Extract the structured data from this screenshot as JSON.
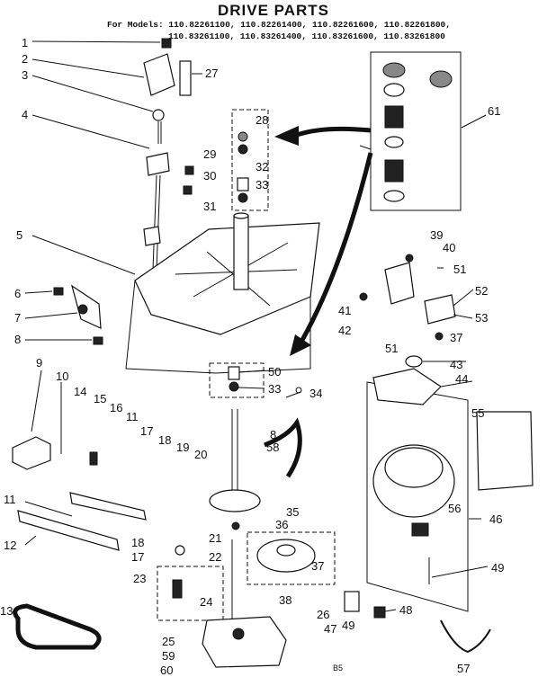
{
  "title": "DRIVE PARTS",
  "models_line_1": "For Models: 110.82261100, 110.82261400, 110.82261600, 110.82261800,",
  "models_line_2": "110.83261100, 110.83261400, 110.83261600, 110.83261800",
  "page_code": "B5",
  "callouts": [
    "1",
    "2",
    "3",
    "4",
    "5",
    "6",
    "7",
    "8",
    "9",
    "10",
    "11",
    "11",
    "12",
    "13",
    "14",
    "15",
    "16",
    "17",
    "17",
    "18",
    "18",
    "19",
    "20",
    "21",
    "22",
    "23",
    "24",
    "25",
    "26",
    "27",
    "28",
    "29",
    "30",
    "31",
    "32",
    "33",
    "33",
    "34",
    "35",
    "36",
    "37",
    "37",
    "38",
    "39",
    "40",
    "41",
    "42",
    "43",
    "44",
    "46",
    "47",
    "48",
    "49",
    "49",
    "50",
    "51",
    "51",
    "52",
    "53",
    "55",
    "56",
    "57",
    "58",
    "59",
    "60",
    "61",
    "8"
  ]
}
